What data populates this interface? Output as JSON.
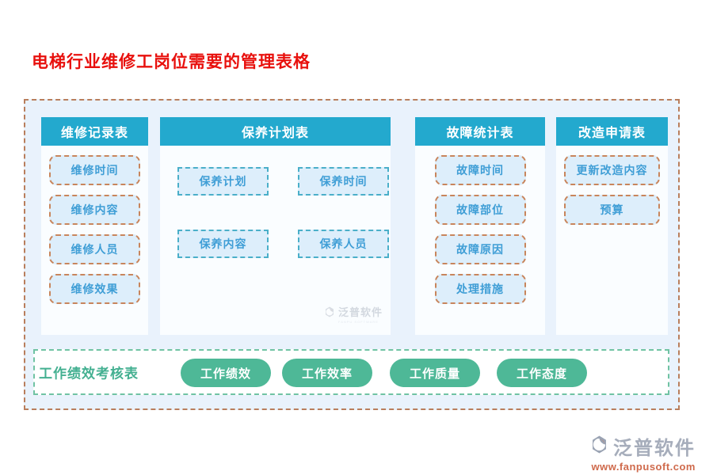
{
  "page": {
    "title": "电梯行业维修工岗位需要的管理表格"
  },
  "colors": {
    "title_red": "#e8100d",
    "header_teal": "#23a9ce",
    "container_bg": "#e9f2fc",
    "container_border_orange": "#b97e5c",
    "item_bg_blue": "#ddeefb",
    "item_text_blue": "#3f9ed6",
    "item_border_orange": "#c8855c",
    "item_border_teal": "#4aafc9",
    "perf_green": "#4eb897",
    "footer_url_orange": "#cf6a4c"
  },
  "tables": [
    {
      "title": "维修记录表",
      "items": [
        "维修时间",
        "维修内容",
        "维修人员",
        "维修效果"
      ]
    },
    {
      "title": "保养计划表",
      "items": [
        "保养计划",
        "保养时间",
        "保养内容",
        "保养人员"
      ]
    },
    {
      "title": "故障统计表",
      "items": [
        "故障时间",
        "故障部位",
        "故障原因",
        "处理措施"
      ]
    },
    {
      "title": "改造申请表",
      "items": [
        "更新改造内容",
        "预算"
      ]
    }
  ],
  "performance": {
    "title": "工作绩效考核表",
    "items": [
      "工作绩效",
      "工作效率",
      "工作质量",
      "工作态度"
    ]
  },
  "watermark": {
    "brand": "泛普软件",
    "sub": "FANPU SOFTWARE"
  },
  "footer": {
    "brand": "泛普软件",
    "url": "www.fanpusoft.com"
  }
}
